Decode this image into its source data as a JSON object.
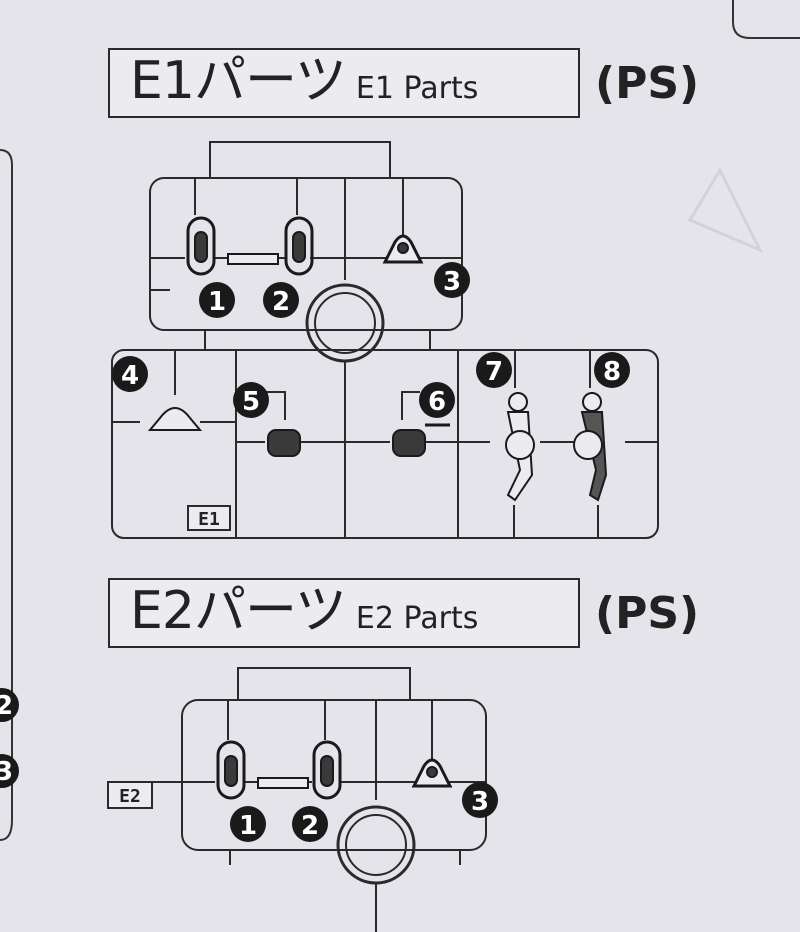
{
  "e1": {
    "title": "E1パーツ",
    "subtitle": "E1 Parts",
    "material": "(PS)",
    "tag": "E1",
    "parts": [
      "1",
      "2",
      "3",
      "4",
      "5",
      "6",
      "7",
      "8"
    ]
  },
  "e2": {
    "title": "E2パーツ",
    "subtitle": "E2 Parts",
    "material": "(PS)",
    "tag": "E2",
    "parts": [
      "1",
      "2",
      "3"
    ]
  },
  "left_edge_numbers": [
    "2",
    "3"
  ],
  "colors": {
    "paper": "#e4e4ea",
    "ink": "#222222",
    "badge": "#1a1a1a"
  }
}
